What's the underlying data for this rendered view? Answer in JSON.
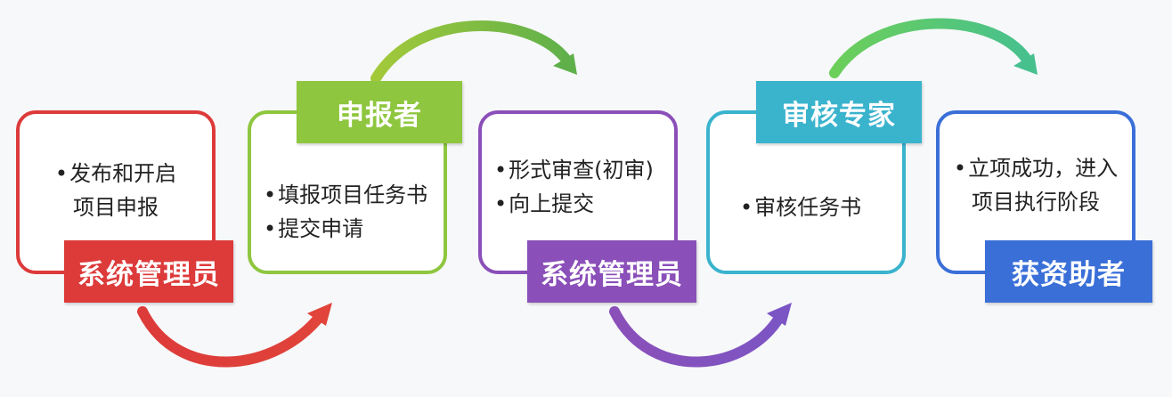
{
  "colors": {
    "red": "#dd3a3a",
    "green": "#8ec63f",
    "purple": "#8a4fb8",
    "cyan": "#3ab3cd",
    "blue": "#3a6fd8"
  },
  "steps": [
    {
      "role": "系统管理员",
      "items": [
        "发布和开启",
        "项目申报"
      ]
    },
    {
      "role": "申报者",
      "items": [
        "填报项目任务书",
        "提交申请"
      ]
    },
    {
      "role": "系统管理员",
      "items": [
        "形式审查(初审)",
        "向上提交"
      ]
    },
    {
      "role": "审核专家",
      "items": [
        "审核任务书"
      ]
    },
    {
      "role": "获资助者",
      "items": [
        "立项成功，进入",
        "项目执行阶段"
      ]
    }
  ]
}
